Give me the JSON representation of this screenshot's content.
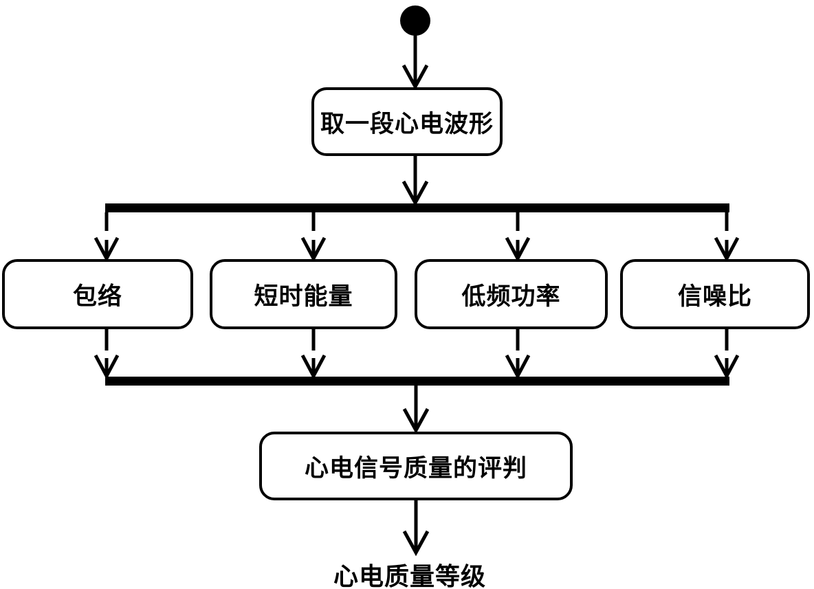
{
  "diagram": {
    "type": "uml-activity-flowchart",
    "background_color": "#ffffff",
    "line_color": "#000000",
    "start": {
      "shape": "filled-circle"
    },
    "step1": {
      "label": "取一段心电波形"
    },
    "fork_bar": {
      "shape": "thick-horizontal-bar"
    },
    "branches": [
      {
        "label": "包络"
      },
      {
        "label": "短时能量"
      },
      {
        "label": "低频功率"
      },
      {
        "label": "信噪比"
      }
    ],
    "join_bar": {
      "shape": "thick-horizontal-bar"
    },
    "step2": {
      "label": "心电信号质量的评判"
    },
    "output": {
      "label": "心电质量等级"
    },
    "edges": [
      {
        "from": "start",
        "to": "取一段心电波形"
      },
      {
        "from": "取一段心电波形",
        "to": "fork_bar"
      },
      {
        "from": "fork_bar",
        "to": "包络"
      },
      {
        "from": "fork_bar",
        "to": "短时能量"
      },
      {
        "from": "fork_bar",
        "to": "低频功率"
      },
      {
        "from": "fork_bar",
        "to": "信噪比"
      },
      {
        "from": "包络",
        "to": "join_bar"
      },
      {
        "from": "短时能量",
        "to": "join_bar"
      },
      {
        "from": "低频功率",
        "to": "join_bar"
      },
      {
        "from": "信噪比",
        "to": "join_bar"
      },
      {
        "from": "join_bar",
        "to": "心电信号质量的评判"
      },
      {
        "from": "心电信号质量的评判",
        "to": "心电质量等级"
      }
    ]
  }
}
